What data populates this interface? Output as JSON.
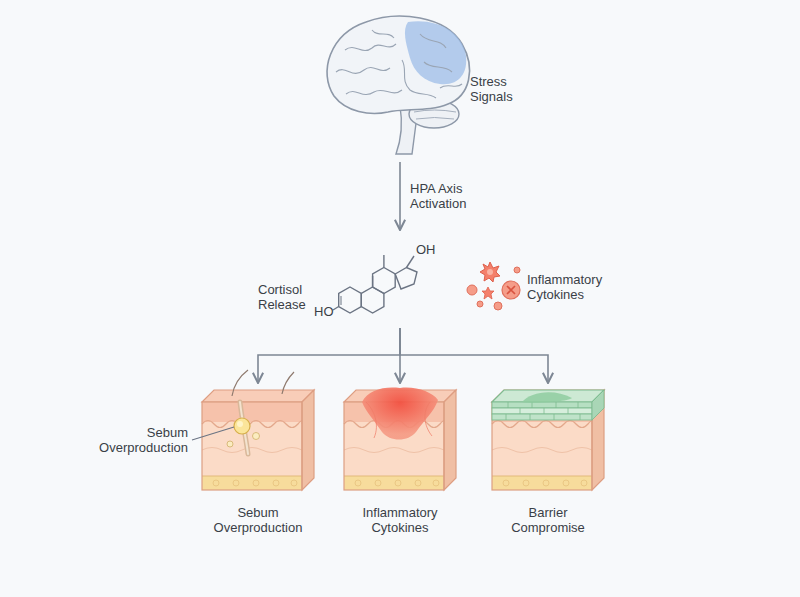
{
  "diagram": {
    "nodes": [
      {
        "text": [
          "Stress Signals"
        ]
      },
      {
        "text": [
          "Cortisol Release"
        ]
      },
      {
        "text": [
          "Inflammatory Cytokines"
        ]
      },
      {
        "text": [
          "Sebum Overproduction"
        ]
      },
      {
        "text": [
          "Inflammatory Cytokines"
        ]
      },
      {
        "text": [
          "Barrier Compromise"
        ]
      }
    ],
    "edges": [
      {
        "from": 0,
        "to": 1,
        "label": "HPA Axis Activation",
        "arrow": "to"
      },
      {
        "from": 1,
        "to": 3,
        "arrow": "to"
      },
      {
        "from": 1,
        "to": 4,
        "arrow": "to"
      },
      {
        "from": 1,
        "to": 5,
        "arrow": "to"
      }
    ],
    "labels": [
      "OH",
      "HO",
      "Sebum Overproduction"
    ]
  }
}
